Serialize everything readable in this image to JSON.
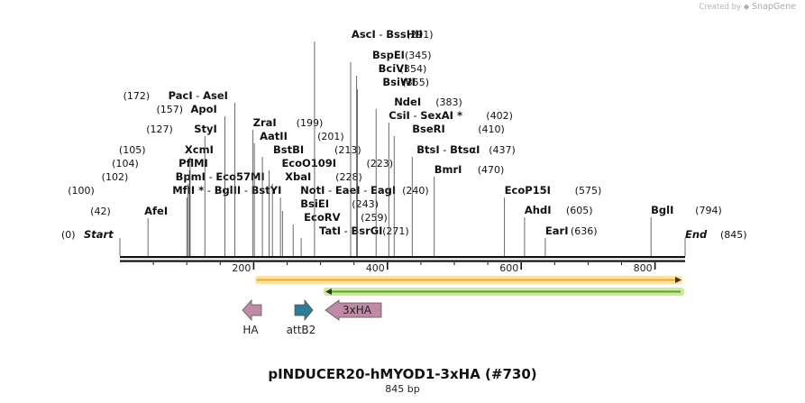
{
  "credit": {
    "prefix": "Created by",
    "brand": "SnapGene"
  },
  "map": {
    "length": 845,
    "start_label": "Start",
    "end_label": "End",
    "start_pos": "(0)",
    "end_pos": "(845)",
    "ruler_ticks": [
      "200",
      "400",
      "600",
      "800"
    ],
    "ruler_values": [
      200,
      400,
      600,
      800
    ],
    "sites": [
      {
        "names": [
          "AfeI"
        ],
        "pos": 42,
        "pos_text": "(42)"
      },
      {
        "names": [
          "MfII *",
          "BglII",
          "BstYI"
        ],
        "pos": 100,
        "pos_text": "(100)"
      },
      {
        "names": [
          "BpmI",
          "Eco57MI"
        ],
        "pos": 102,
        "pos_text": "(102)"
      },
      {
        "names": [
          "PflMI"
        ],
        "pos": 104,
        "pos_text": "(104)"
      },
      {
        "names": [
          "XcmI"
        ],
        "pos": 105,
        "pos_text": "(105)"
      },
      {
        "names": [
          "StyI"
        ],
        "pos": 127,
        "pos_text": "(127)"
      },
      {
        "names": [
          "ApoI"
        ],
        "pos": 157,
        "pos_text": "(157)"
      },
      {
        "names": [
          "PacI",
          "AseI"
        ],
        "pos": 172,
        "pos_text": "(172)"
      },
      {
        "names": [
          "ZraI"
        ],
        "pos": 199,
        "pos_text": "(199)"
      },
      {
        "names": [
          "AatII"
        ],
        "pos": 201,
        "pos_text": "(201)"
      },
      {
        "names": [
          "BstBI"
        ],
        "pos": 213,
        "pos_text": "(213)"
      },
      {
        "names": [
          "EcoO109I"
        ],
        "pos": 223,
        "pos_text": "(223)"
      },
      {
        "names": [
          "XbaI"
        ],
        "pos": 228,
        "pos_text": "(228)"
      },
      {
        "names": [
          "NotI",
          "EaeI",
          "EagI"
        ],
        "pos": 240,
        "pos_text": "(240)"
      },
      {
        "names": [
          "BsiEI"
        ],
        "pos": 243,
        "pos_text": "(243)"
      },
      {
        "names": [
          "EcoRV"
        ],
        "pos": 259,
        "pos_text": "(259)"
      },
      {
        "names": [
          "TatI",
          "BsrGI"
        ],
        "pos": 271,
        "pos_text": "(271)"
      },
      {
        "names": [
          "AscI",
          "BssHII"
        ],
        "pos": 291,
        "pos_text": "(291)"
      },
      {
        "names": [
          "BspEI"
        ],
        "pos": 345,
        "pos_text": "(345)"
      },
      {
        "names": [
          "BciVI"
        ],
        "pos": 354,
        "pos_text": "(354)"
      },
      {
        "names": [
          "BsiWI"
        ],
        "pos": 355,
        "pos_text": "(355)"
      },
      {
        "names": [
          "NdeI"
        ],
        "pos": 383,
        "pos_text": "(383)"
      },
      {
        "names": [
          "CsiI",
          "SexAI *"
        ],
        "pos": 402,
        "pos_text": "(402)"
      },
      {
        "names": [
          "BseRI"
        ],
        "pos": 410,
        "pos_text": "(410)"
      },
      {
        "names": [
          "BtsI",
          "BtsαI"
        ],
        "pos": 437,
        "pos_text": "(437)"
      },
      {
        "names": [
          "BmrI"
        ],
        "pos": 470,
        "pos_text": "(470)"
      },
      {
        "names": [
          "EcoP15I"
        ],
        "pos": 575,
        "pos_text": "(575)"
      },
      {
        "names": [
          "AhdI"
        ],
        "pos": 605,
        "pos_text": "(605)"
      },
      {
        "names": [
          "EarI"
        ],
        "pos": 636,
        "pos_text": "(636)"
      },
      {
        "names": [
          "BglI"
        ],
        "pos": 794,
        "pos_text": "(794)"
      }
    ],
    "features": [
      {
        "label": "HA",
        "color": "#c08aa6",
        "direction": "reverse"
      },
      {
        "label": "attB2",
        "color": "#2e7d96",
        "direction": "forward"
      },
      {
        "label": "3xHA",
        "color": "#c08aa6",
        "direction": "reverse"
      }
    ],
    "orfs": [
      {
        "color": "#f5a623",
        "glow": "#f8e3a2",
        "direction": "forward"
      },
      {
        "color": "#5ea22c",
        "glow": "#cbeb9c",
        "direction": "reverse"
      }
    ]
  },
  "title": "pINDUCER20-hMYOD1-3xHA (#730)",
  "subtitle": "845 bp"
}
